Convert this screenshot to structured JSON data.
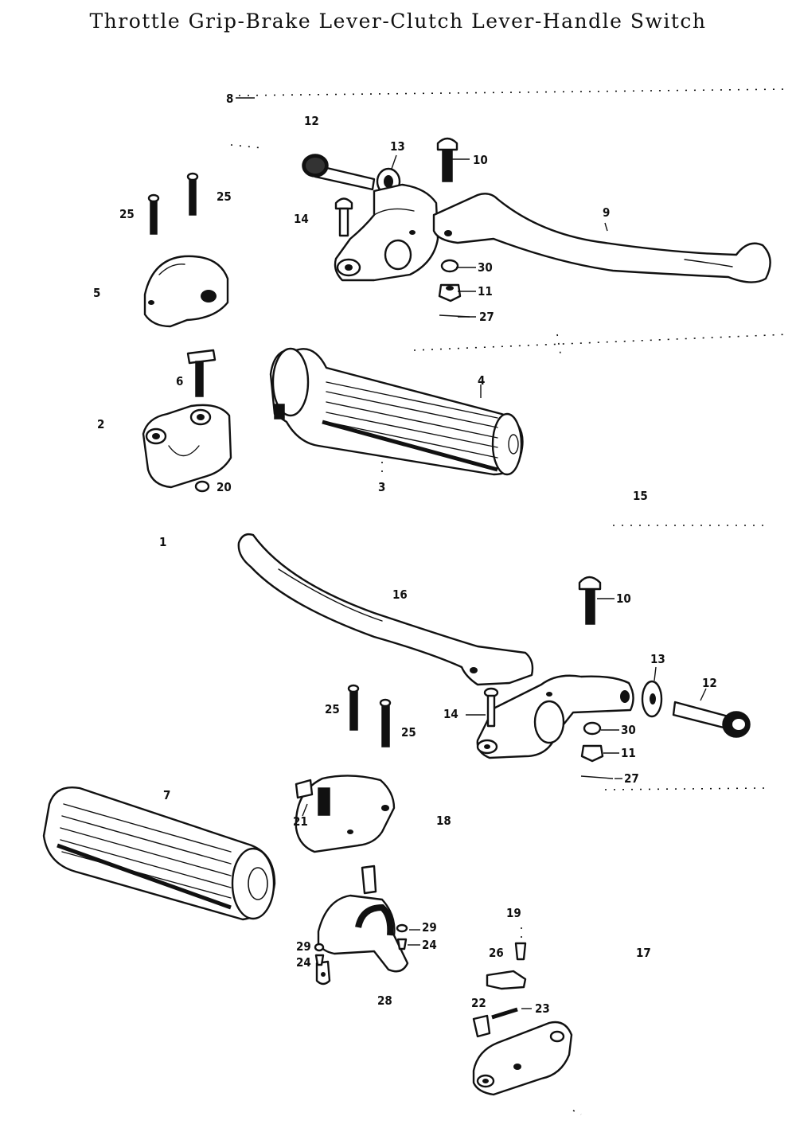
{
  "title": "Throttle Grip-Brake Lever-Clutch Lever-Handle Switch",
  "callouts": {
    "c8": "8",
    "c12a": "12",
    "c13a": "13",
    "c10a": "10",
    "c9": "9",
    "c25a": "25",
    "c25b": "25",
    "c14a": "14",
    "c30a": "30",
    "c11a": "11",
    "c27a": "27",
    "c5": "5",
    "c6": "6",
    "c4": "4",
    "c2": "2",
    "c20": "20",
    "c3": "3",
    "c15": "15",
    "c1": "1",
    "c16": "16",
    "c10b": "10",
    "c13b": "13",
    "c12b": "12",
    "c25c": "25",
    "c25d": "25",
    "c14b": "14",
    "c30b": "30",
    "c11b": "11",
    "c27b": "27",
    "c7": "7",
    "c18": "18",
    "c21": "21",
    "c29a": "29",
    "c24a": "24",
    "c29b": "29",
    "c24b": "24",
    "c28": "28",
    "c19": "19",
    "c26": "26",
    "c17": "17",
    "c22": "22",
    "c23": "23"
  },
  "icons": {
    "throttle_grip": "throttle-grip-icon",
    "left_grip": "left-grip-icon",
    "brake_lever": "brake-lever-icon",
    "clutch_lever": "clutch-lever-icon",
    "throttle_housing": "throttle-housing-icon",
    "switch_housing": "switch-housing-icon"
  }
}
